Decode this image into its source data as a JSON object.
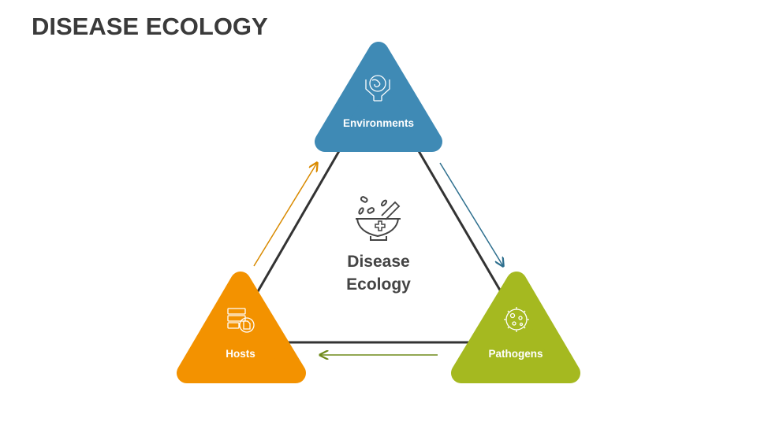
{
  "title": "DISEASE ECOLOGY",
  "center": {
    "line1": "Disease",
    "line2": "Ecology",
    "icon": "mortar-pestle-icon"
  },
  "nodes": [
    {
      "label": "Environments",
      "icon": "globe-in-hands-icon",
      "color": "#3f8ab5"
    },
    {
      "label": "Hosts",
      "icon": "server-document-icon",
      "color": "#f39200"
    },
    {
      "label": "Pathogens",
      "icon": "virus-icon",
      "color": "#a5b920"
    }
  ],
  "arrow_colors": {
    "hosts_to_env": "#d98a00",
    "env_to_pathogens": "#2e6f8e",
    "pathogens_to_hosts": "#6f8a1a"
  }
}
